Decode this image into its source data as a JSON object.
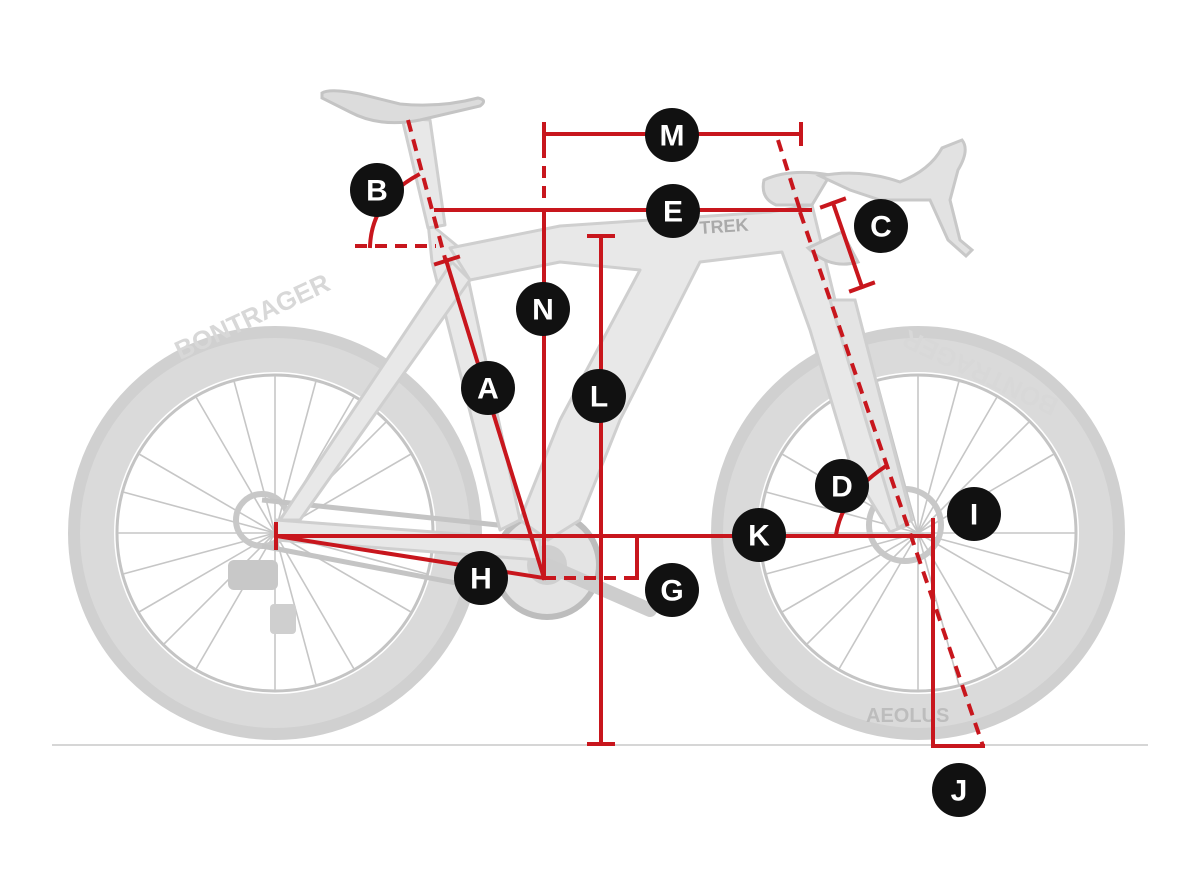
{
  "diagram": {
    "colors": {
      "measure": "#c8161d",
      "bike": "#d2d2d2",
      "marker": "#111111"
    },
    "brand_labels": {
      "frame": "TREK",
      "rear_rim": "BONTRAGER",
      "front_rim": "BONTRAGER",
      "front_hub": "AEOLUS"
    },
    "markers": [
      {
        "id": "A",
        "label": "A"
      },
      {
        "id": "B",
        "label": "B"
      },
      {
        "id": "C",
        "label": "C"
      },
      {
        "id": "D",
        "label": "D"
      },
      {
        "id": "E",
        "label": "E"
      },
      {
        "id": "G",
        "label": "G"
      },
      {
        "id": "H",
        "label": "H"
      },
      {
        "id": "I",
        "label": "I"
      },
      {
        "id": "J",
        "label": "J"
      },
      {
        "id": "K",
        "label": "K"
      },
      {
        "id": "L",
        "label": "L"
      },
      {
        "id": "M",
        "label": "M"
      },
      {
        "id": "N",
        "label": "N"
      }
    ]
  }
}
